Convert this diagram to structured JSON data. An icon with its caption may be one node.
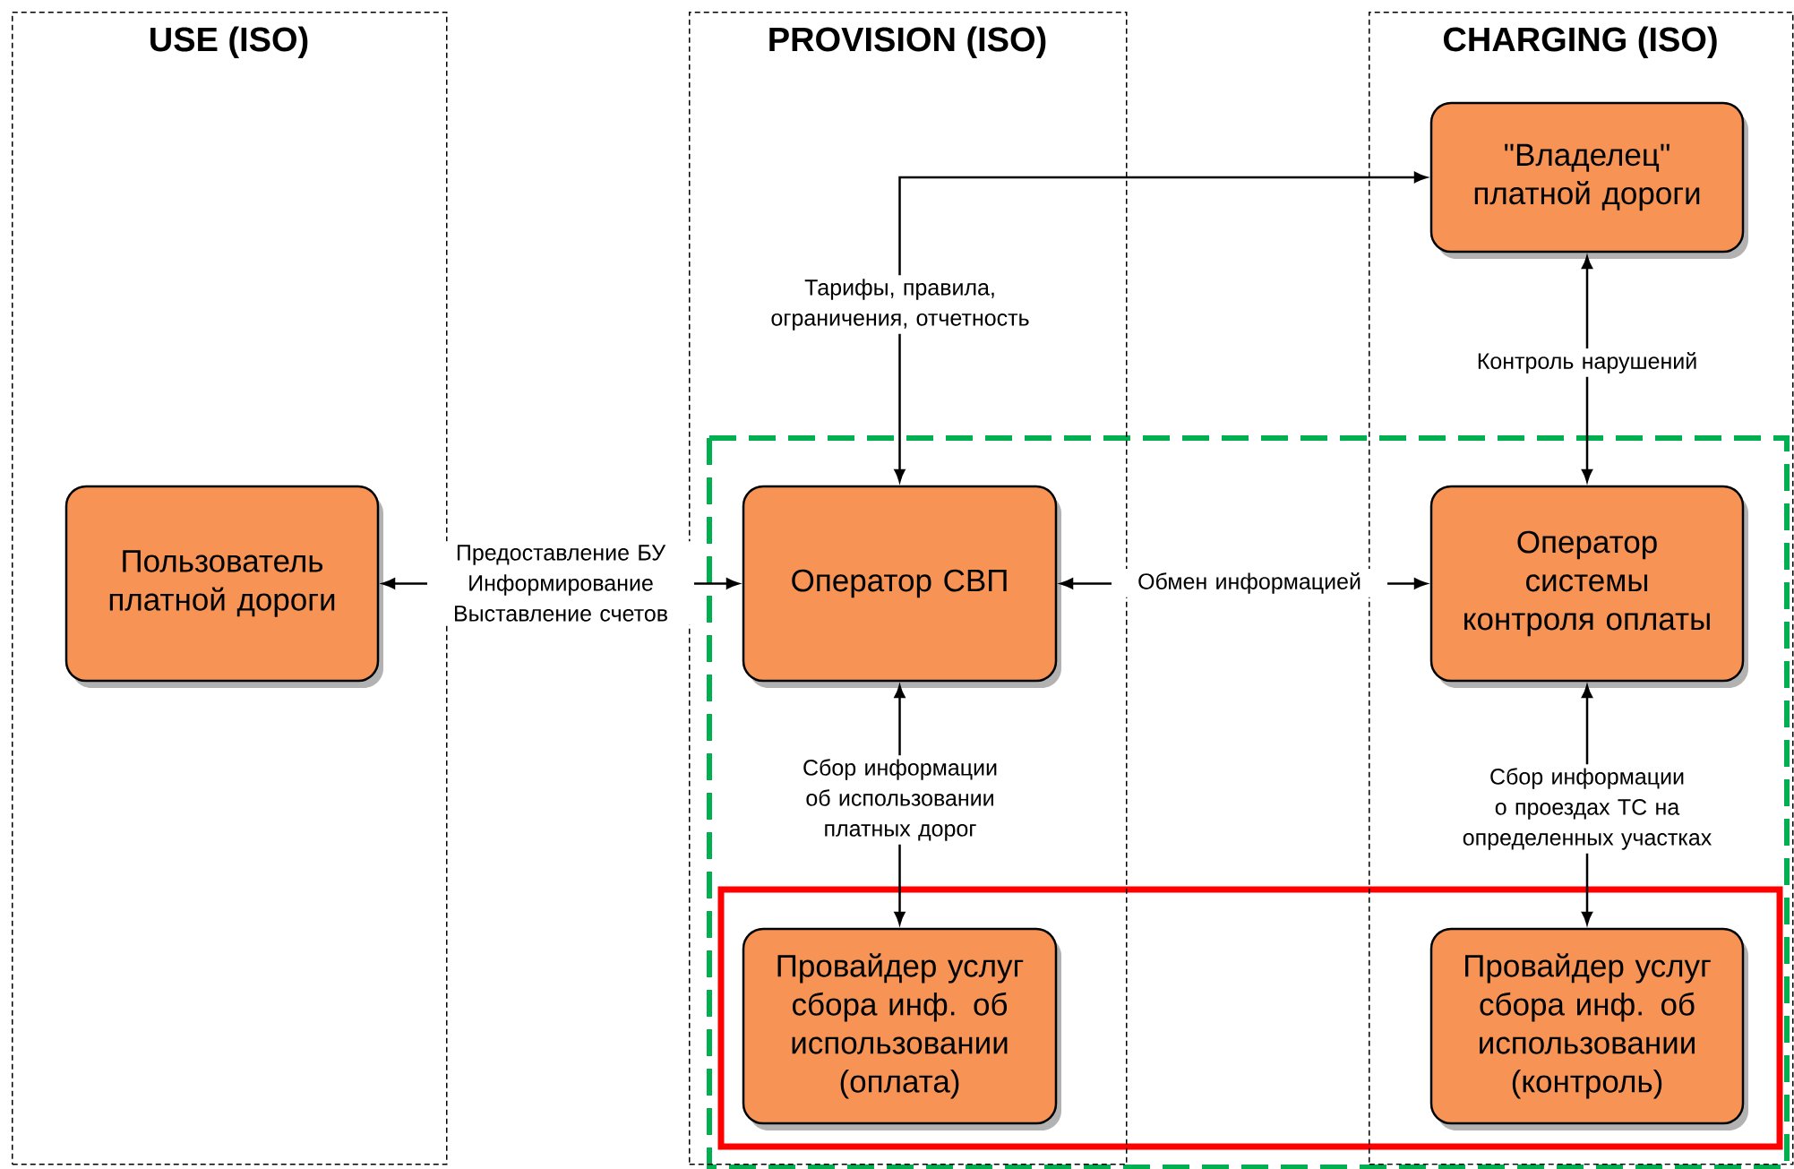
{
  "diagram": {
    "nodes": [
      {
        "text": [
          "USE (ISO)"
        ]
      },
      {
        "text": [
          "PROVISION (ISO)"
        ]
      },
      {
        "text": [
          "CHARGING (ISO)"
        ]
      },
      {
        "text": [
          "\"Владелец\" платной дороги"
        ],
        "in": 2
      },
      {
        "text": [
          "Пользователь платной дороги"
        ],
        "in": 0
      },
      {
        "text": [
          "Оператор СВП"
        ],
        "in": 1
      },
      {
        "text": [
          "Оператор системы контроля оплаты"
        ],
        "in": 2
      },
      {
        "text": [
          "Провайдер услуг сбора инф. об использовании (оплата)"
        ],
        "in": 1
      },
      {
        "text": [
          "Провайдер услуг сбора инф. об использовании (контроль)"
        ],
        "in": 2
      }
    ],
    "edges": [
      {
        "from": 5,
        "to": 3,
        "arrow": "both",
        "label": "Тарифы, правила, ограничения, отчетность"
      },
      {
        "from": 3,
        "to": 6,
        "arrow": "both",
        "label": "Контроль нарушений"
      },
      {
        "from": 4,
        "to": 5,
        "arrow": "both",
        "label": "Предоставление БУ Информирование Выставление счетов"
      },
      {
        "from": 5,
        "to": 6,
        "arrow": "both",
        "label": "Обмен информацией"
      },
      {
        "from": 5,
        "to": 7,
        "arrow": "both",
        "label": "Сбор информации об использовании платных дорог"
      },
      {
        "from": 6,
        "to": 8,
        "arrow": "both",
        "label": "Сбор информации о проездах ТС на определенных участках"
      }
    ]
  }
}
